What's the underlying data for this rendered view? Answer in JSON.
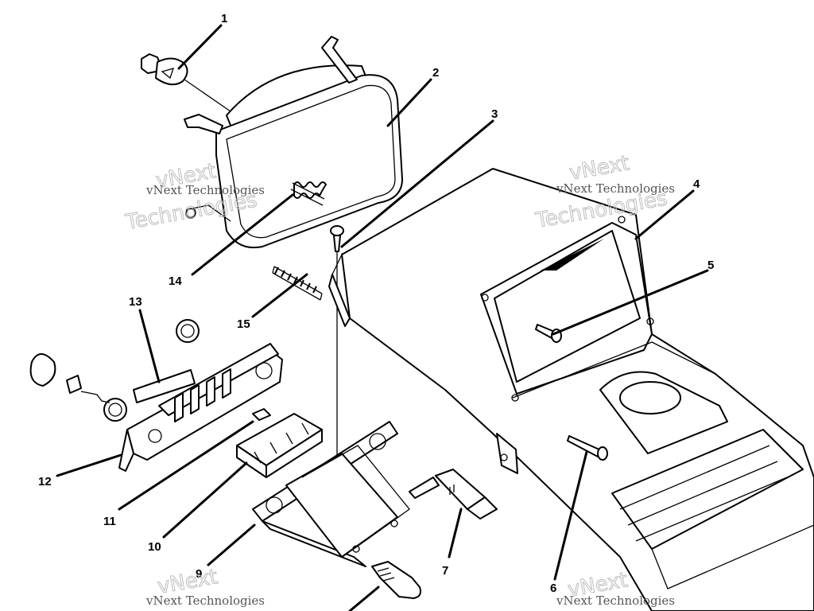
{
  "diagram": {
    "callouts": [
      {
        "id": "1",
        "text": "1"
      },
      {
        "id": "2",
        "text": "2"
      },
      {
        "id": "3",
        "text": "3"
      },
      {
        "id": "4",
        "text": "4"
      },
      {
        "id": "5",
        "text": "5"
      },
      {
        "id": "6",
        "text": "6"
      },
      {
        "id": "7",
        "text": "7"
      },
      {
        "id": "9",
        "text": "9"
      },
      {
        "id": "10",
        "text": "10"
      },
      {
        "id": "11",
        "text": "11"
      },
      {
        "id": "12",
        "text": "12"
      },
      {
        "id": "13",
        "text": "13"
      },
      {
        "id": "14",
        "text": "14"
      },
      {
        "id": "15",
        "text": "15"
      }
    ],
    "watermark": {
      "line1": "vNext Technologies",
      "line2a": "vNext",
      "line2b": "Technologies"
    }
  }
}
